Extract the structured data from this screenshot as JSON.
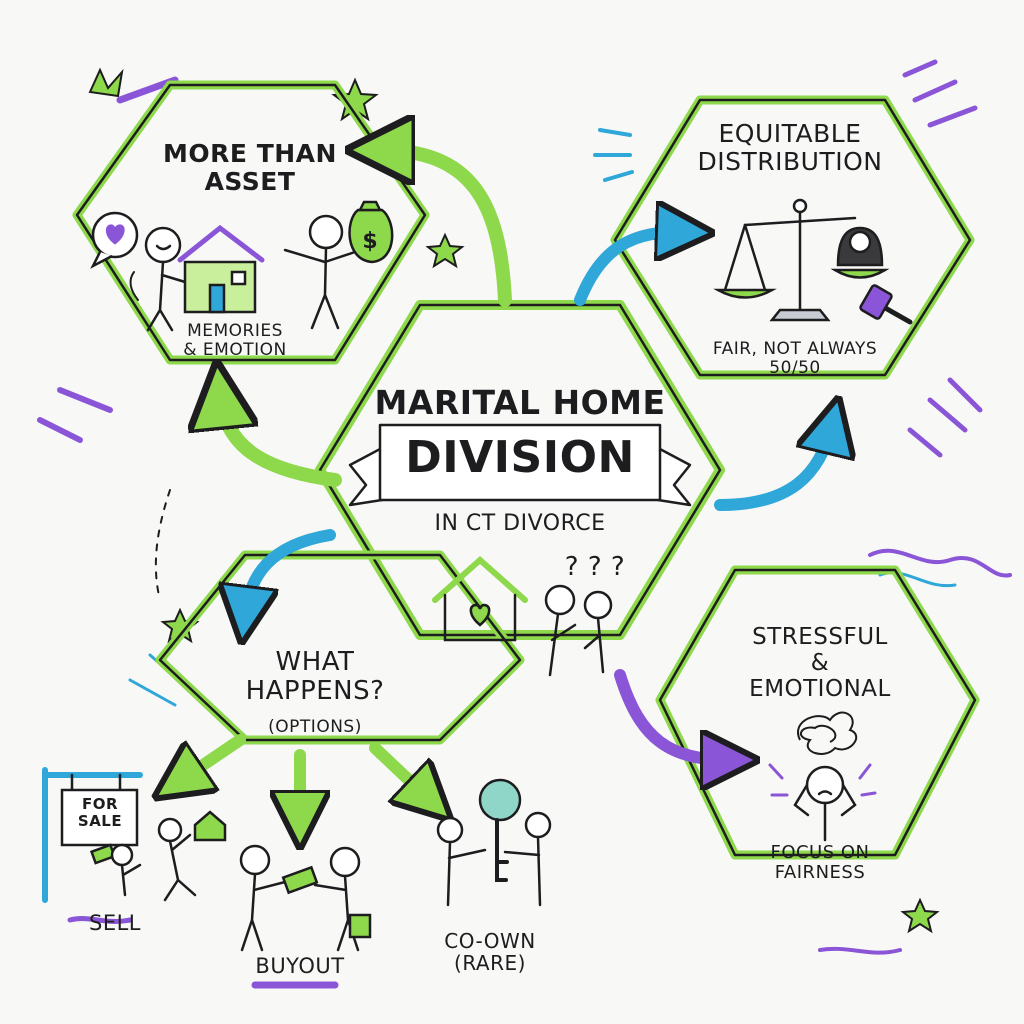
{
  "colors": {
    "green": "#8ed84c",
    "green_dark": "#6cc23a",
    "blue": "#2fa7d8",
    "purple": "#8a55d6",
    "ink": "#1d1d1f",
    "background": "#f8f8f6"
  },
  "center": {
    "title_line1": "MARITAL HOME",
    "title_line2": "DIVISION",
    "subtitle": "IN CT DIVORCE",
    "question_marks": "? ? ?",
    "icons": [
      "house-heart-icon",
      "confused-couple-icon"
    ]
  },
  "top_left": {
    "title_line1": "MORE THAN",
    "title_line2": "ASSET",
    "caption_line1": "MEMORIES",
    "caption_line2": "& EMOTION",
    "money_bag_symbol": "$",
    "icons": [
      "heart-speech-bubble-icon",
      "person-hugging-house-icon",
      "person-with-money-bag-icon"
    ]
  },
  "top_right": {
    "title_line1": "EQUITABLE",
    "title_line2": "DISTRIBUTION",
    "caption_line1": "FAIR, NOT ALWAYS",
    "caption_line2": "50/50",
    "icons": [
      "scales-of-justice-icon",
      "judge-icon",
      "gavel-icon"
    ]
  },
  "bottom_left": {
    "title_line1": "WHAT",
    "title_line2": "HAPPENS?",
    "title_line3": "(OPTIONS)",
    "options": [
      {
        "label": "SELL",
        "sign_line1": "FOR",
        "sign_line2": "SALE"
      },
      {
        "label": "BUYOUT"
      },
      {
        "label_line1": "CO-OWN",
        "label_line2": "(RARE)"
      }
    ],
    "icons": [
      "for-sale-sign-icon",
      "handshake-money-icon",
      "shared-key-icon"
    ]
  },
  "bottom_right": {
    "title_line1": "STRESSFUL",
    "title_line2": "&",
    "title_line3": "EMOTIONAL",
    "caption_line1": "FOCUS ON",
    "caption_line2": "FAIRNESS",
    "icons": [
      "stressed-person-icon",
      "scribble-cloud-icon"
    ]
  }
}
